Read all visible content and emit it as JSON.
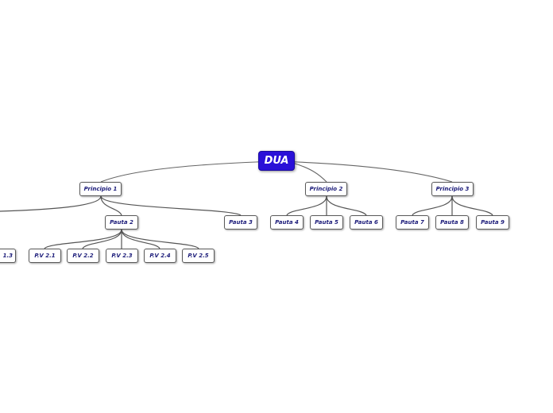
{
  "mindmap": {
    "root": "DUA",
    "principles": [
      {
        "label": "Principio 1"
      },
      {
        "label": "Principio 2"
      },
      {
        "label": "Principio 3"
      }
    ],
    "pautas": [
      {
        "label": "Pauta 2"
      },
      {
        "label": "Pauta 3"
      },
      {
        "label": "Pauta 4"
      },
      {
        "label": "Pauta 5"
      },
      {
        "label": "Pauta 6"
      },
      {
        "label": "Pauta 7"
      },
      {
        "label": "Pauta 8"
      },
      {
        "label": "Pauta 9"
      }
    ],
    "sub_items": [
      {
        "label": "1.3"
      },
      {
        "label": "P.V 2.1"
      },
      {
        "label": "P.V 2.2"
      },
      {
        "label": "P.V 2.3"
      },
      {
        "label": "P.V 2.4"
      },
      {
        "label": "P.V 2.5"
      }
    ],
    "colors": {
      "root_fill": "#2a10d8",
      "node_text": "#1c1c7a",
      "connector": "#555555"
    }
  }
}
